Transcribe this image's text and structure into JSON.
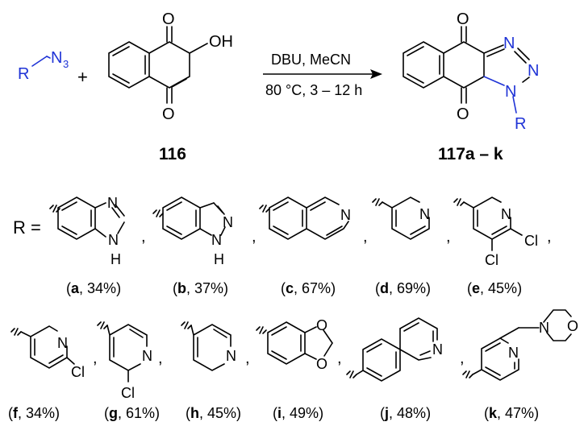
{
  "reaction": {
    "reagent_r": "R",
    "reagent_n3": "N",
    "reagent_n3_sub": "3",
    "plus": "+",
    "oh": "OH",
    "o": "O",
    "conditions_top": "DBU, MeCN",
    "conditions_bottom": "80 °C, 3 – 12 h",
    "compound_116": "116",
    "product_label_num": "117",
    "product_label_range": "a – k",
    "n": "N",
    "r": "R"
  },
  "r_equals": "R =",
  "atoms": {
    "n": "N",
    "h": "H",
    "cl": "Cl",
    "o": "O"
  },
  "separator": ",",
  "substituents": [
    {
      "letter": "a",
      "yield": "34%"
    },
    {
      "letter": "b",
      "yield": "37%"
    },
    {
      "letter": "c",
      "yield": "67%"
    },
    {
      "letter": "d",
      "yield": "69%"
    },
    {
      "letter": "e",
      "yield": "45%"
    },
    {
      "letter": "f",
      "yield": "34%"
    },
    {
      "letter": "g",
      "yield": "61%"
    },
    {
      "letter": "h",
      "yield": "45%"
    },
    {
      "letter": "i",
      "yield": "49%"
    },
    {
      "letter": "j",
      "yield": "48%"
    },
    {
      "letter": "k",
      "yield": "47%"
    }
  ]
}
